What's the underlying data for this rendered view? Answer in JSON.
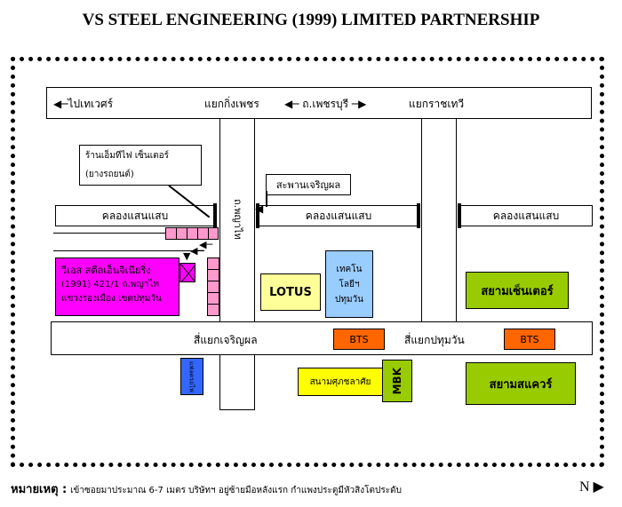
{
  "title": "VS STEEL  ENGINEERING (1999) LIMITED PARTNERSHIP",
  "roads": {
    "top_left": "ไปเทเวศร์",
    "top_intersection": "แยกกิ่งเพชร",
    "top_mid": "ถ.เพชรบุรี",
    "top_right": "แยกราชเทวี",
    "vertical_road": "ถ.พญาไท",
    "bottom_left": "สี่แยกเจริญผล",
    "bottom_right": "สี่แยกปทุมวัน"
  },
  "canal": {
    "label": "คลองแสนแสบ"
  },
  "labels": {
    "shop_line1": "ร้านเอ็มทีไฟ เซ็นเตอร์",
    "shop_line2": "(ยางรถยนต์)",
    "bridge": "สะพานเจริญผล"
  },
  "company": {
    "line1": "วีเอส สตีลเอ็นจิเนียริ่ง",
    "line2": "(1991) 421/1 ถ.พญาไท ",
    "line3": "แขวงรองเมือง เขตปทุมวัน"
  },
  "places": {
    "lotus": "LOTUS",
    "tech_line1": "เทคโน",
    "tech_line2": "โลยีฯ",
    "tech_line3": "ปทุมวัน",
    "siam_center": "สยามเซ็นเตอร์",
    "siam_square": "สยามสแควร์",
    "bts1": "BTS",
    "bts2": "BTS",
    "stadium": "สนามศุภชลาศัย",
    "mbk": "MBK",
    "blue_building": "แฟลตรถไฟ"
  },
  "note": {
    "label": "หมายเหตุ :",
    "text": "เข้าซอยมาประมาณ 6-7 เมตร บริษัทฯ อยู่ซ้ายมือหลังแรก กำแพงประตูมีหัวสิงโตประดับ"
  },
  "north": "N ▶",
  "colors": {
    "company": "#ff00ff",
    "lotus": "#ffff99",
    "tech": "#99ccff",
    "siam": "#99cc00",
    "bts": "#ff6600",
    "stadium": "#ffff00",
    "mbk": "#99cc00",
    "blue_building": "#3366ff",
    "pink_lane": "#ff99cc"
  }
}
